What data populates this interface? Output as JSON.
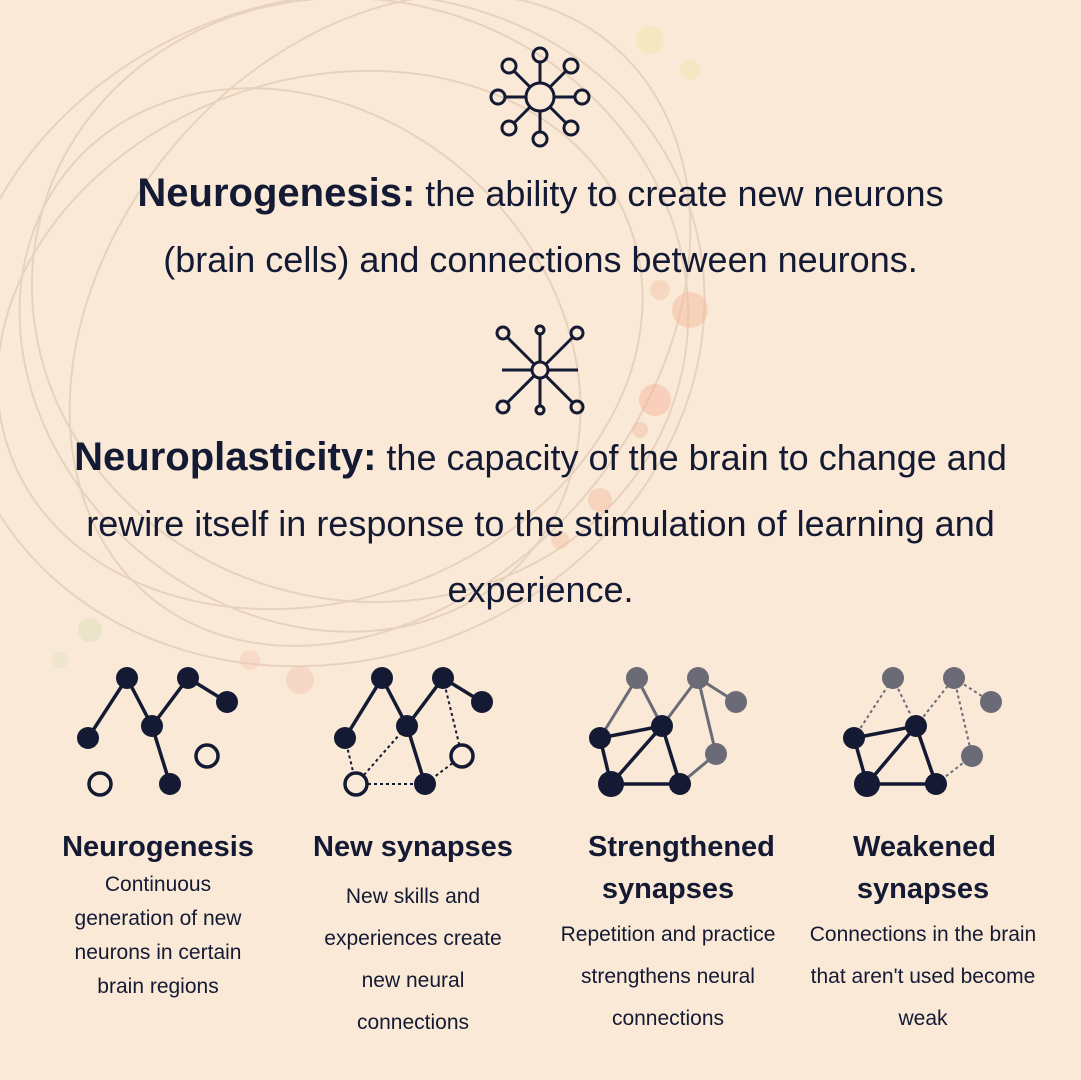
{
  "definitions": [
    {
      "term": "Neurogenesis:",
      "text": " the ability to create new neurons (brain cells) and connections between neurons.",
      "icon": "neuron-network-icon"
    },
    {
      "term": "Neuroplasticity:",
      "text": " the capacity of the brain to change and rewire itself in response to the stimulation of learning and experience.",
      "icon": "neuron-burst-icon"
    }
  ],
  "panels": [
    {
      "title": "Neurogenesis",
      "description": "Continuous generation of new neurons in certain brain regions",
      "icon": "neurogenesis-network-icon"
    },
    {
      "title": "New synapses",
      "description": "New skills and experiences create new neural connections",
      "icon": "new-synapses-network-icon"
    },
    {
      "title": "Strengthened synapses",
      "description": "Repetition and practice strengthens neural connections",
      "icon": "strengthened-synapses-network-icon"
    },
    {
      "title": "Weakened synapses",
      "description": "Connections in the brain that aren't used become weak",
      "icon": "weakened-synapses-network-icon"
    }
  ],
  "colors": {
    "background": "#f9e9d6",
    "ink": "#141a33",
    "faded": "#6b6b78"
  }
}
